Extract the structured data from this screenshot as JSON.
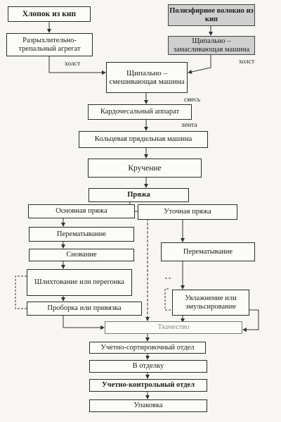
{
  "nodes": {
    "cotton_bales": "Хлопок из кип",
    "polyester_bales": "Полиэфирное волокно из кип",
    "opener_unit": "Разрыхлительно-трепальный агрегат",
    "opener_mixer_poly": "Щипально – замасливающая машина",
    "opener_mixer": "Щипально – смешивающая машина",
    "carding": "Кардочесальный аппарат",
    "ring_spinning": "Кольцевая прядильная машина",
    "twisting": "Кручение",
    "yarn": "Пряжа",
    "warp_yarn": "Основная пряжа",
    "weft_yarn": "Уточная пряжа",
    "rewinding_warp": "Перематывание",
    "warping": "Снование",
    "sizing": "Шлихтование или перегонка",
    "drawing_in": "Проборка или привязка",
    "rewinding_weft": "Перематывание",
    "moistening": "Увлажнение или эмульсирование",
    "weaving": "Ткачество",
    "sorting_dept": "Учетно-сортировочный отдел",
    "finishing": "В отделку",
    "control_dept": "Учетно-контрольный отдел",
    "packing": "Упаковка"
  },
  "labels": {
    "lap_left": "холст",
    "lap_right": "холст",
    "blend": "смесь",
    "sliver": "лента"
  }
}
